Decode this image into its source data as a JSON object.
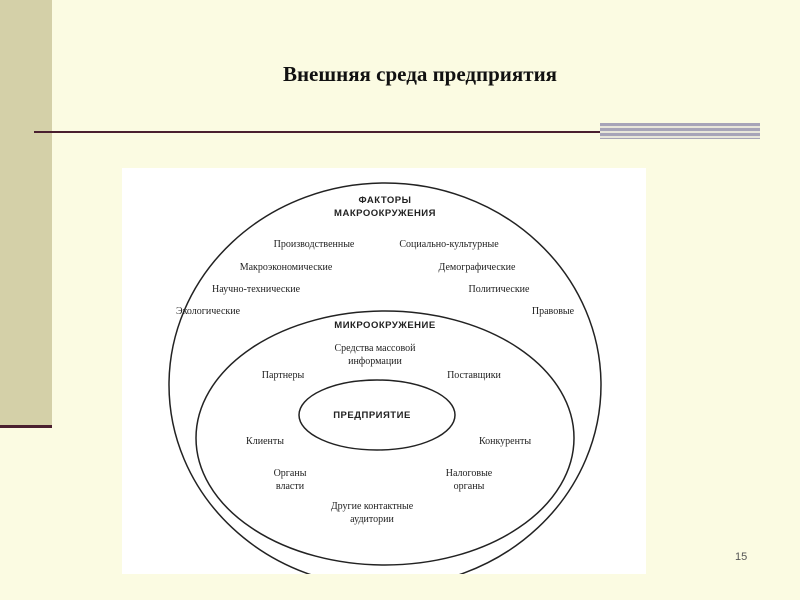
{
  "slide": {
    "title": "Внешняя среда предприятия",
    "page_number": "15"
  },
  "diagram": {
    "macro": {
      "heading": "ФАКТОРЫ\nМАКРООКРУЖЕНИЯ",
      "factors": [
        "Производственные",
        "Социально-культурные",
        "Макроэкономические",
        "Демографические",
        "Научно-технические",
        "Политические",
        "Экологические",
        "Правовые"
      ]
    },
    "micro": {
      "heading": "МИКРООКРУЖЕНИЕ",
      "items": [
        "Средства массовой\nинформации",
        "Партнеры",
        "Поставщики",
        "Клиенты",
        "Конкуренты",
        "Органы\nвласти",
        "Налоговые\nорганы",
        "Другие контактные\nаудитории"
      ]
    },
    "core": "ПРЕДПРИЯТИЕ"
  }
}
